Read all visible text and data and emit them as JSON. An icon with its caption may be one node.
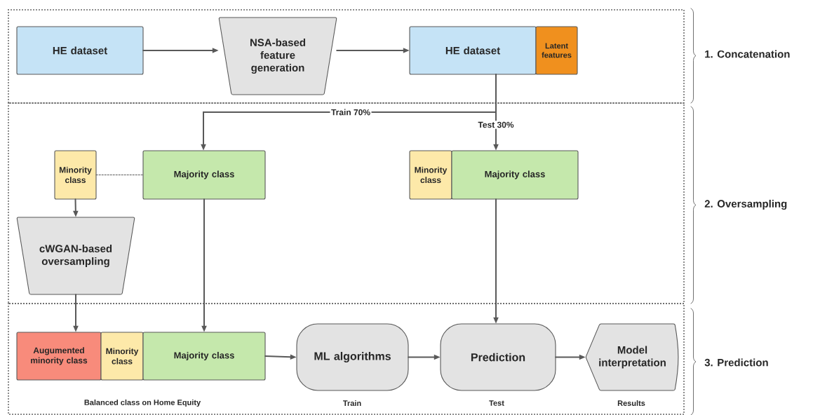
{
  "diagram": {
    "nodes": [
      {
        "text": [
          "HE dataset"
        ]
      },
      {
        "text": [
          "NSA-based feature generation"
        ]
      },
      {
        "text": [
          "HE dataset"
        ]
      },
      {
        "text": [
          "Latent features"
        ]
      },
      {
        "text": [
          "Minority class"
        ]
      },
      {
        "text": [
          "Majority class"
        ]
      },
      {
        "text": [
          "Minority class"
        ]
      },
      {
        "text": [
          "Majority class"
        ]
      },
      {
        "text": [
          "cWGAN-based oversampling"
        ]
      },
      {
        "text": [
          "Augumented minority class"
        ]
      },
      {
        "text": [
          "Minority class"
        ]
      },
      {
        "text": [
          "Majority class"
        ]
      },
      {
        "text": [
          "ML algorithms"
        ],
        "beside": [
          "Train"
        ]
      },
      {
        "text": [
          "Prediction"
        ],
        "beside": [
          "Test"
        ]
      },
      {
        "text": [
          "Model interpretation"
        ],
        "beside": [
          "Results"
        ]
      }
    ],
    "edges": [
      {
        "from": 0,
        "to": 1,
        "arrow": "to"
      },
      {
        "from": 1,
        "to": 2,
        "arrow": "to"
      },
      {
        "from": 2,
        "to": 5,
        "arrow": "to",
        "label": "Train 70%"
      },
      {
        "from": 2,
        "to": 7,
        "arrow": "to",
        "label": "Test 30%"
      },
      {
        "from": 4,
        "to": 5,
        "arrow": "none",
        "style": "dashed"
      },
      {
        "from": 4,
        "to": 8,
        "arrow": "to"
      },
      {
        "from": 8,
        "to": 9,
        "arrow": "to"
      },
      {
        "from": 5,
        "to": 11,
        "arrow": "to"
      },
      {
        "from": 7,
        "to": 13,
        "arrow": "to"
      },
      {
        "from": 11,
        "to": 12,
        "arrow": "to"
      },
      {
        "from": 12,
        "to": 13,
        "arrow": "to"
      },
      {
        "from": 13,
        "to": 14,
        "arrow": "to"
      }
    ],
    "labels": [
      "1. Concatenation",
      "2. Oversampling",
      "3. Prediction",
      "Balanced class on Home Equity"
    ]
  }
}
